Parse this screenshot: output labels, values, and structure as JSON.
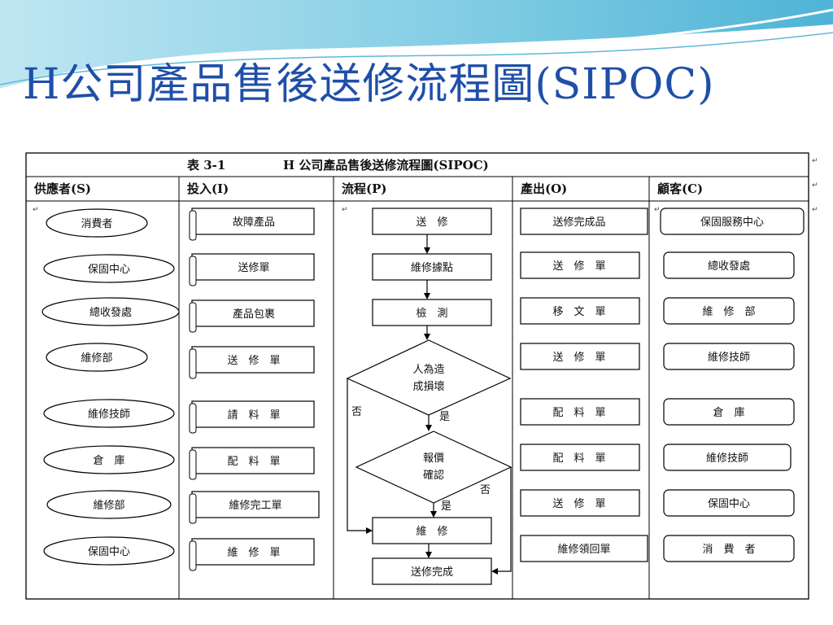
{
  "slide": {
    "title": "H公司產品售後送修流程圖(SIPOC)"
  },
  "table": {
    "caption_num": "表 3-1",
    "caption_title": "H 公司產品售後送修流程圖(SIPOC)",
    "return_mark": "↵",
    "headers": [
      "供應者(S)",
      "投入(I)",
      "流程(P)",
      "產出(O)",
      "顧客(C)"
    ]
  },
  "suppliers": [
    "消費者",
    "保固中心",
    "總收發處",
    "維修部",
    "維修技師",
    "倉　庫",
    "維修部",
    "保固中心"
  ],
  "inputs": [
    "故障產品",
    "送修單",
    "產品包裹",
    "送　修　單",
    "請　料　單",
    "配　料　單",
    "維修完工單",
    "維　修　單"
  ],
  "process": {
    "steps": [
      "送　修",
      "維修據點",
      "檢　測"
    ],
    "decision1": [
      "人為造",
      "成損壞"
    ],
    "decision1_yes": "是",
    "decision1_no": "否",
    "decision2": [
      "報價",
      "確認"
    ],
    "decision2_yes": "是",
    "decision2_no": "否",
    "step_repair": "維　修",
    "step_done": "送修完成"
  },
  "outputs": [
    "送修完成品",
    "送　修　單",
    "移　文　單",
    "送　修　單",
    "配　料　單",
    "配　料　單",
    "送　修　單",
    "維修領回單"
  ],
  "customers": [
    "保固服務中心",
    "總收發處",
    "維　修　部",
    "維修技師",
    "倉　庫",
    "維修技師",
    "保固中心",
    "消　費　者"
  ]
}
